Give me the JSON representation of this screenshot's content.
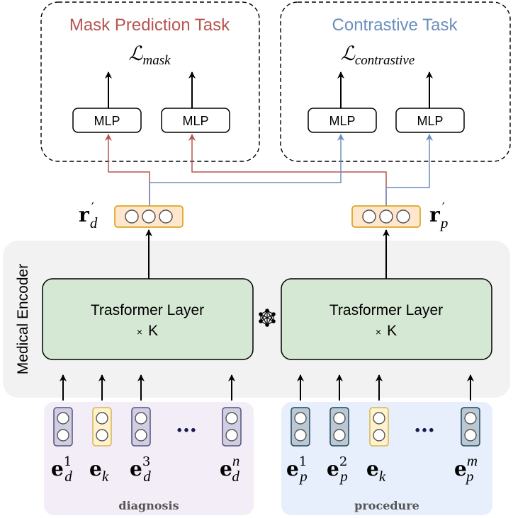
{
  "tasks": {
    "mask": {
      "title": "Mask Prediction Task",
      "loss_symbol": "ℒ",
      "loss_sub": "mask",
      "color": "#b85450"
    },
    "contrastive": {
      "title": "Contrastive Task",
      "loss_symbol": "ℒ",
      "loss_sub": "contrastive",
      "color": "#6c8ebf"
    }
  },
  "mlp_label": "MLP",
  "representations": {
    "diag": {
      "base": "r",
      "prime": "′",
      "sub": "d"
    },
    "proc": {
      "base": "r",
      "prime": "′",
      "sub": "p"
    }
  },
  "encoder": {
    "label": "Medical Encoder",
    "layer_left": {
      "title": "Trasformer Layer",
      "times": "×",
      "k": "K"
    },
    "layer_right": {
      "title": "Trasformer Layer",
      "times": "×",
      "k": "K"
    }
  },
  "ellipsis": "…",
  "groups": {
    "diagnosis": {
      "label": "diagnosis",
      "tokens": [
        {
          "base": "e",
          "sub": "d",
          "sup": "1"
        },
        {
          "base": "e",
          "sub": "k",
          "sup": ""
        },
        {
          "base": "e",
          "sub": "d",
          "sup": "3"
        },
        {
          "base": "e",
          "sub": "d",
          "sup": "n"
        }
      ]
    },
    "procedure": {
      "label": "procedure",
      "tokens": [
        {
          "base": "e",
          "sub": "p",
          "sup": "1"
        },
        {
          "base": "e",
          "sub": "p",
          "sup": "2"
        },
        {
          "base": "e",
          "sub": "k",
          "sup": ""
        },
        {
          "base": "e",
          "sub": "p",
          "sup": "m"
        }
      ]
    }
  },
  "colors": {
    "encoder_bg": "#f2f2f2",
    "layer_fill": "#d5e8d4",
    "layer_stroke": "#000000",
    "rep_fill": "#ffe6cc",
    "rep_stroke": "#d79b00",
    "diag_bg": "#f3edf7",
    "proc_bg": "#e6effb",
    "diag_token_fill": "#d0cee2",
    "diag_token_stroke": "#56517e",
    "proc_token_fill": "#bac8d3",
    "proc_token_stroke": "#23445d",
    "special_token_fill": "#fff2cc",
    "special_token_stroke": "#d6b656",
    "ellipsis": "#1a1a4e"
  }
}
